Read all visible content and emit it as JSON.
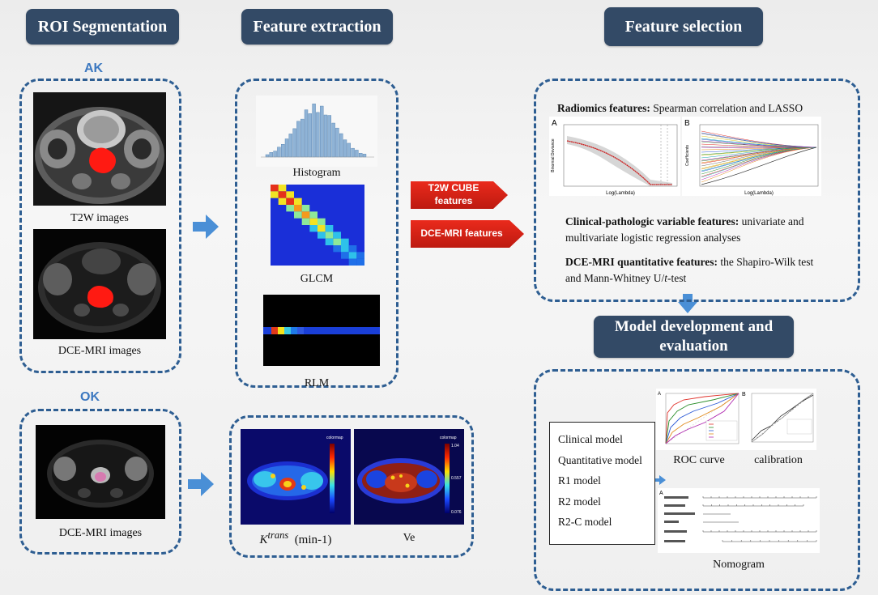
{
  "headers": {
    "roi": "ROI Segmentation",
    "extraction": "Feature extraction",
    "selection": "Feature selection",
    "model_dev": "Model development and evaluation"
  },
  "groups": {
    "ak": "AK",
    "ok": "OK"
  },
  "roi": {
    "t2w_caption": "T2W images",
    "dce_caption_ak": "DCE-MRI images",
    "dce_caption_ok": "DCE-MRI images"
  },
  "extraction": {
    "histogram_caption": "Histogram",
    "glcm_caption": "GLCM",
    "rlm_caption": "RLM",
    "ktrans_symbol": "K",
    "ktrans_sup": "trans",
    "ktrans_unit": "(min-1)",
    "ve_caption": "Ve",
    "colormap_label": "colormap",
    "ve_scale_top": "1.04",
    "ve_scale_mid": "0.557",
    "ve_scale_bottom": "0.076"
  },
  "flow": {
    "t2w_features": "T2W CUBE features",
    "dce_features": "DCE-MRI features"
  },
  "selection": {
    "radiomics_title": "Radiomics features:",
    "radiomics_method": "Spearman correlation and LASSO",
    "panel_a": "A",
    "panel_b": "B",
    "clinical_title": "Clinical-pathologic variable features:",
    "clinical_method": "univariate and multivariate logistic regression analyses",
    "dce_title": "DCE-MRI quantitative features:",
    "dce_method_1": "the Shapiro-Wilk test and Mann-Whitney U/",
    "dce_method_t": "t",
    "dce_method_2": "-test",
    "lasso_xlabel": "Log(Lambda)",
    "lasso_ylabel_a": "Binomial Deviance",
    "lasso_ylabel_b": "Coefficients"
  },
  "evaluation": {
    "models": [
      "Clinical model",
      "Quantitative model",
      "R1 model",
      "R2 model",
      "R2-C model"
    ],
    "roc_caption": "ROC curve",
    "calibration_caption": "calibration",
    "nomogram_caption": "Nomogram",
    "panel_a": "A",
    "panel_b": "B"
  },
  "colors": {
    "header_bg": "#334a66",
    "dashed_border": "#2e5e92",
    "flow_arrow_blue": "#4a8fd6",
    "feature_arrow_red": "#d8251a",
    "group_label": "#3c78c0"
  }
}
